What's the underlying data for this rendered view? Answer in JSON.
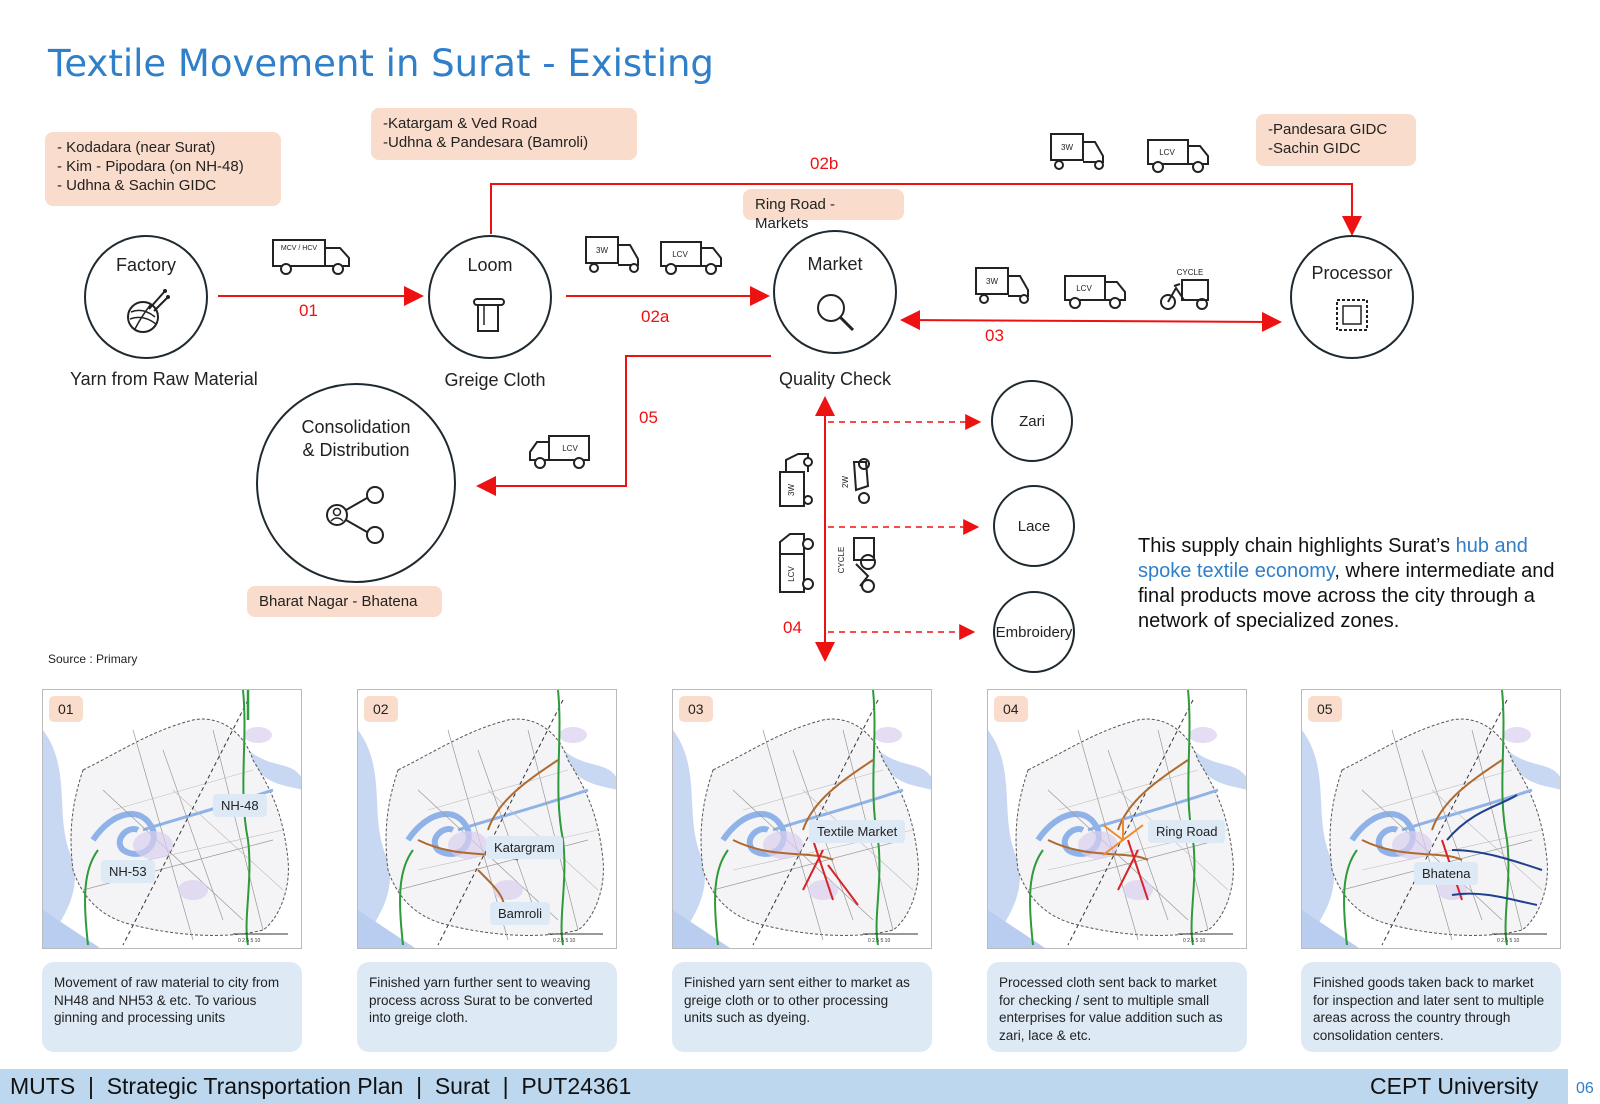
{
  "title": "Textile Movement in Surat - Existing",
  "tags": {
    "factory_locations": [
      "- Kodadara (near Surat)",
      "- Kim - Pipodara (on NH-48)",
      "- Udhna & Sachin GIDC"
    ],
    "loom_locations": [
      "-Katargam & Ved Road",
      "-Udhna & Pandesara (Bamroli)"
    ],
    "processor_locations": [
      "-Pandesara GIDC",
      "-Sachin GIDC"
    ],
    "market_location": "Ring Road - Markets",
    "consolidation_location": "Bharat Nagar - Bhatena"
  },
  "nodes": {
    "factory": {
      "title": "Factory",
      "label": "Yarn from Raw Material",
      "icon": "yarn-ball-icon"
    },
    "loom": {
      "title": "Loom",
      "label": "Greige Cloth",
      "icon": "cloth-roll-icon"
    },
    "market": {
      "title": "Market",
      "label": "Quality Check",
      "icon": "magnifier-icon"
    },
    "processor": {
      "title": "Processor",
      "icon": "stamp-icon"
    },
    "consolidation": {
      "title_line1": "Consolidation",
      "title_line2": "& Distribution",
      "icon": "share-network-icon"
    },
    "zari": "Zari",
    "lace": "Lace",
    "embroidery": "Embroidery"
  },
  "flows": {
    "f01": "01",
    "f02a": "02a",
    "f02b": "02b",
    "f03": "03",
    "f04": "04",
    "f05": "05"
  },
  "vehicles": {
    "mcv_hcv": "MCV / HCV",
    "three_w": "3W",
    "lcv": "LCV",
    "two_w": "2W",
    "cycle": "CYCLE"
  },
  "summary": {
    "part1": "This supply chain highlights Surat’s ",
    "highlight": "hub and spoke textile economy",
    "part2": ", where intermediate and final products move across the city through a network of specialized zones."
  },
  "source": "Source : Primary",
  "maps": [
    {
      "num": "01",
      "labels": [
        "NH-48",
        "NH-53"
      ],
      "caption": "Movement of raw material to city from NH48 and NH53 & etc. To various ginning and processing units"
    },
    {
      "num": "02",
      "labels": [
        "Katargram",
        "Bamroli"
      ],
      "caption": "Finished yarn further sent to weaving process across Surat to be converted into greige cloth."
    },
    {
      "num": "03",
      "labels": [
        "Textile Market"
      ],
      "caption": "Finished yarn sent either to market as greige cloth or to other processing units such as dyeing."
    },
    {
      "num": "04",
      "labels": [
        "Ring Road"
      ],
      "caption": "Processed cloth sent back to market for checking / sent to multiple small enterprises for value addition such as zari, lace & etc."
    },
    {
      "num": "05",
      "labels": [
        "Bhatena"
      ],
      "caption": "Finished goods taken back to market for inspection and later sent to multiple areas across the country through consolidation centers."
    }
  ],
  "footer": {
    "left": "MUTS  |  Strategic Transportation Plan  |  Surat  |  PUT24361",
    "right": "CEPT University",
    "page": "06"
  },
  "colors": {
    "accent_blue": "#2f7fc9",
    "flow_red": "#e11",
    "tag_peach": "#f9dccb",
    "caption_blue": "#dde9f5",
    "footer_blue": "#bcd7ee"
  }
}
